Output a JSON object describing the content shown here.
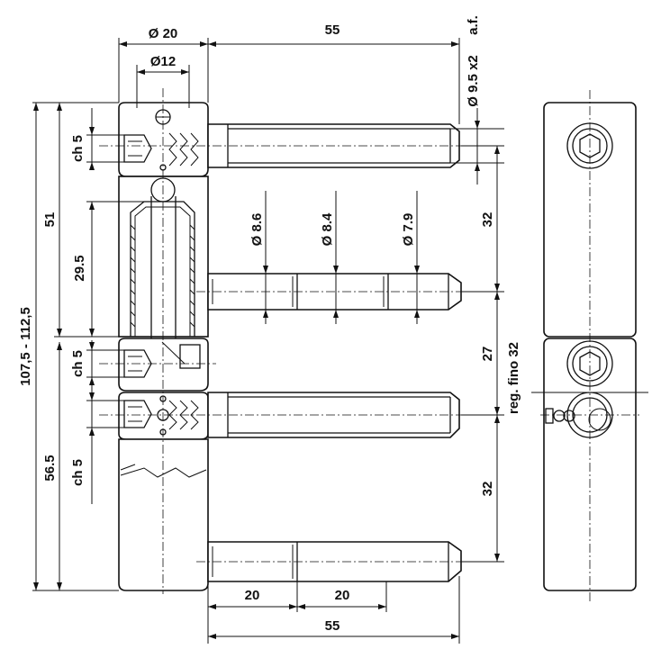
{
  "dimensions": {
    "dia_20": "Ø 20",
    "dia_12": "Ø12",
    "len_55_top": "55",
    "af": "a.f.",
    "dia_9_5_x2": "Ø 9.5 x2",
    "ch5_top": "ch 5",
    "ch5_mid": "ch 5",
    "ch5_bottom": "ch 5",
    "d51": "51",
    "d29_5": "29.5",
    "d107": "107,5 - 112,5",
    "d56_5": "56.5",
    "dia_8_6": "Ø 8.6",
    "dia_8_4": "Ø 8.4",
    "dia_7_9": "Ø 7.9",
    "d32_top": "32",
    "d27": "27",
    "d32_bottom": "32",
    "reg": "reg. fino 32",
    "d20_left": "20",
    "d20_right": "20",
    "len_55_bottom": "55"
  }
}
